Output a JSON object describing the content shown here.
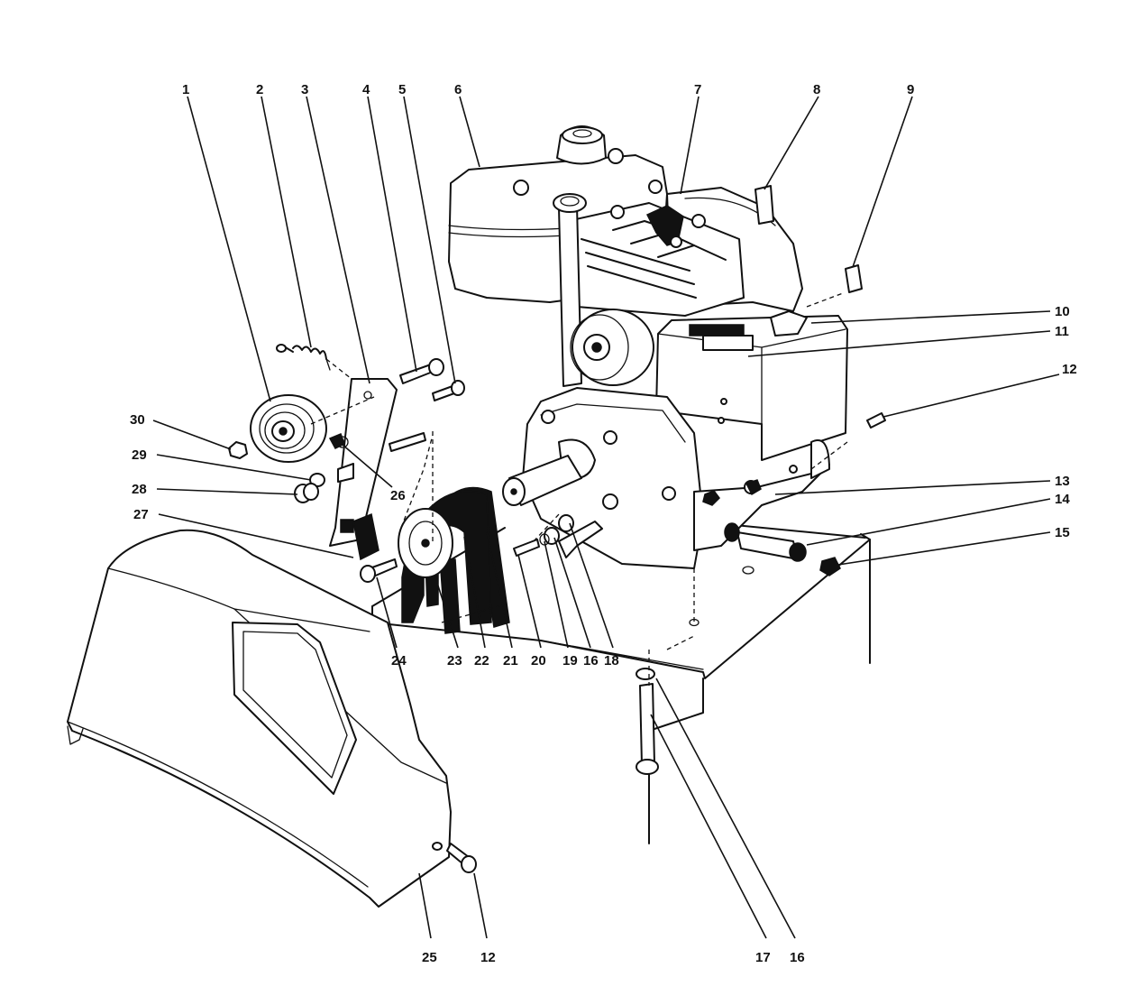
{
  "callouts": {
    "c1": "1",
    "c2": "2",
    "c3": "3",
    "c4": "4",
    "c5": "5",
    "c6": "6",
    "c7": "7",
    "c8": "8",
    "c9": "9",
    "c10": "10",
    "c11": "11",
    "c12a": "12",
    "c12b": "12",
    "c13": "13",
    "c14": "14",
    "c15": "15",
    "c16a": "16",
    "c16b": "16",
    "c17": "17",
    "c18": "18",
    "c19": "19",
    "c20": "20",
    "c21": "21",
    "c22": "22",
    "c23": "23",
    "c24": "24",
    "c25": "25",
    "c26": "26",
    "c27": "27",
    "c28": "28",
    "c29": "29",
    "c30": "30"
  }
}
